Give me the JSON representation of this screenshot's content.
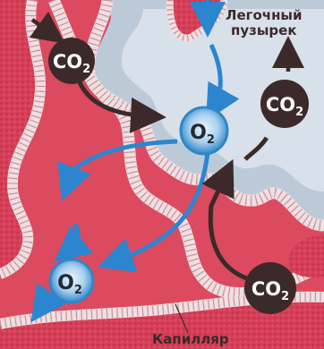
{
  "labels": {
    "alveolus_line1": "Легочный",
    "alveolus_line2": "пузырек",
    "capillary": "Капилляр"
  },
  "molecules": {
    "co2_top_left": {
      "base": "CO",
      "sub": "2"
    },
    "co2_right": {
      "base": "CO",
      "sub": "2"
    },
    "co2_bottom": {
      "base": "CO",
      "sub": "2"
    },
    "o2_center": {
      "base": "O",
      "sub": "2"
    },
    "o2_bottom_left": {
      "base": "O",
      "sub": "2"
    }
  },
  "colors": {
    "blood": "#d9435a",
    "alveolus": "#b9c9d8",
    "membrane": "#f2e4e6",
    "co2_fill": "#3c2a2a",
    "o2_fill": "#3d8fd0",
    "co2_arrow": "#3c2a2a",
    "o2_arrow": "#2b86cf"
  }
}
